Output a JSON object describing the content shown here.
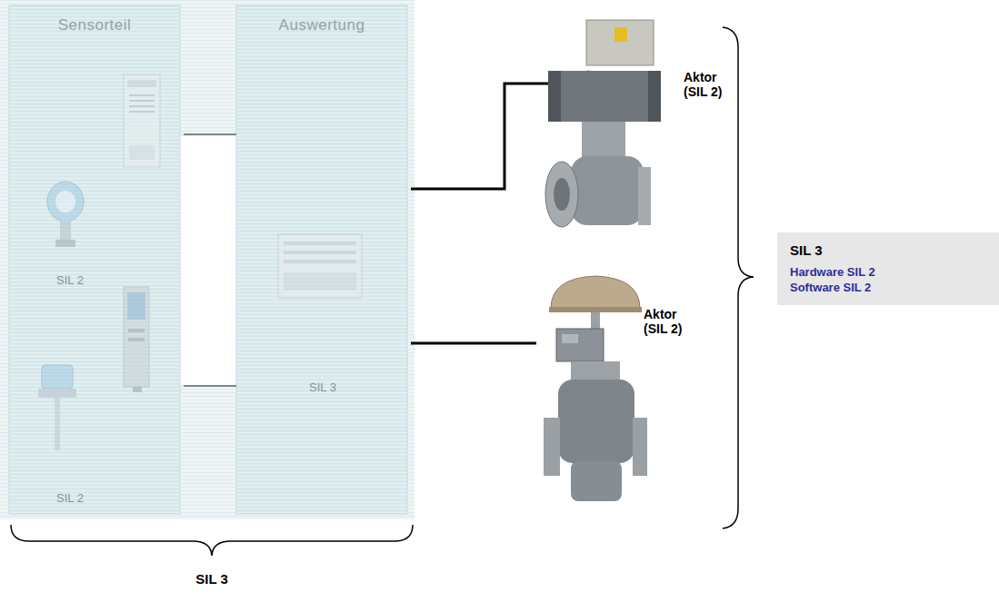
{
  "diagram": {
    "nodes": [
      {
        "text": [
          "Sensorteil",
          "SIL 2",
          "SIL 2"
        ]
      },
      {
        "text": [
          "Auswertung",
          "SIL 3"
        ]
      },
      {
        "text": [
          "Aktor (SIL 2)"
        ]
      },
      {
        "text": [
          "Aktor (SIL 2)"
        ]
      },
      {
        "text": [
          "SIL 3",
          "Hardware SIL 2",
          "Software SIL 2"
        ]
      }
    ],
    "edges": [
      {
        "from": 0,
        "to": 1,
        "arrow": "none"
      },
      {
        "from": 0,
        "to": 1,
        "arrow": "none"
      },
      {
        "from": 1,
        "to": 2,
        "arrow": "none"
      },
      {
        "from": 1,
        "to": 3,
        "arrow": "none"
      }
    ],
    "labels": [
      "SIL 3"
    ]
  }
}
